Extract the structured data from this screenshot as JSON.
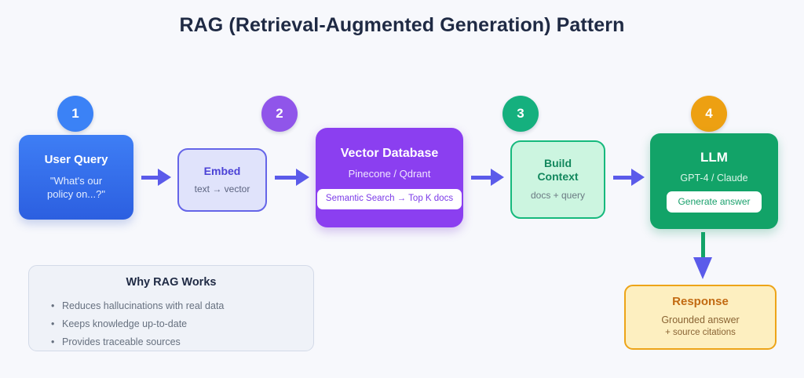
{
  "title": "RAG (Retrieval-Augmented Generation) Pattern",
  "colors": {
    "background": "#f7f8fc",
    "arrow": "#5b5bea",
    "blue": "#3b82f6",
    "purple": "#9055ea",
    "green": "#15b07e",
    "orange": "#eda012",
    "title_text": "#1f2a44"
  },
  "badges": [
    {
      "number": "1",
      "color": "#3b82f6"
    },
    {
      "number": "2",
      "color": "#9055ea"
    },
    {
      "number": "3",
      "color": "#15b07e"
    },
    {
      "number": "4",
      "color": "#eda012"
    }
  ],
  "nodes": {
    "user_query": {
      "title": "User Query",
      "subtitle": "\"What's our\npolicy on...?\"",
      "subtitle_line1": "\"What's our",
      "subtitle_line2": "policy on...?\""
    },
    "embed": {
      "title": "Embed",
      "subtitle": "text → vector"
    },
    "vector_db": {
      "title": "Vector Database",
      "subtitle": "Pinecone / Qdrant",
      "chip": "Semantic Search → Top K docs"
    },
    "build_context": {
      "title_line1": "Build",
      "title_line2": "Context",
      "subtitle": "docs + query"
    },
    "llm": {
      "title": "LLM",
      "subtitle": "GPT-4 / Claude",
      "chip": "Generate answer"
    },
    "response": {
      "title": "Response",
      "subtitle": "Grounded answer",
      "subtitle_2": "+ source citations"
    }
  },
  "panel": {
    "title": "Why RAG Works",
    "bullets": [
      "Reduces hallucinations with real data",
      "Keeps knowledge up-to-date",
      "Provides traceable sources"
    ]
  }
}
